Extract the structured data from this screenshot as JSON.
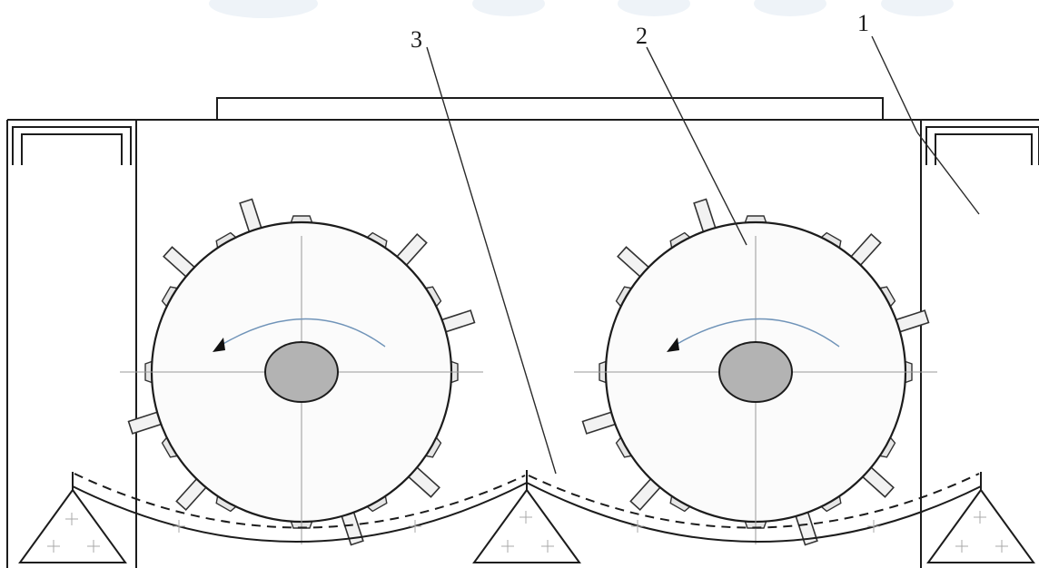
{
  "labels": [
    "3",
    "2",
    "1"
  ],
  "drum_count": 2,
  "colors": {
    "hub": "#b3b3b3",
    "rotation_arrow": "#6f93b8"
  }
}
